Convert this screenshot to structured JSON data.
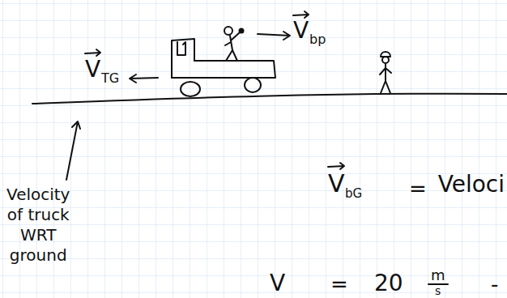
{
  "diagram": {
    "labels": [
      "V",
      "TG",
      "V",
      "bp",
      "Velocity of truck WRT ground",
      "V",
      "bG",
      "=",
      "Veloci",
      "V",
      "=",
      "20",
      "m",
      "s",
      "-"
    ]
  }
}
